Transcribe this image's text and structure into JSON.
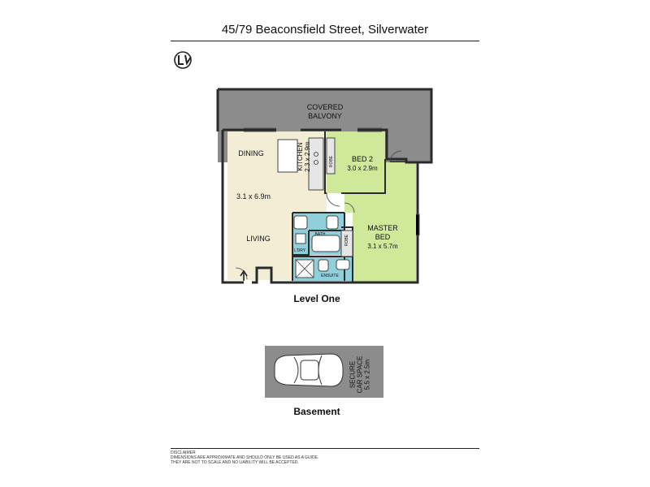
{
  "header": {
    "address": "45/79 Beaconsfield Street, Silverwater"
  },
  "rooms": {
    "balcony": "COVERED\nBALVONY",
    "dining": "DINING",
    "kitchen": "KITCHEN\n2.3 x 2.9m",
    "robe": "ROBE",
    "bed2_name": "BED 2",
    "bed2_dims": "3.0 x 2.9m",
    "living_dims": "3.1 x 6.9m",
    "living": "LIVING",
    "bath": "BATH",
    "robe2": "ROBE",
    "master_name": "MASTER\nBED",
    "master_dims": "3.1 x 5.7m",
    "ldry": "L'DRY",
    "ensuite": "ENSUITE",
    "car_space": "SECURE\nCAR SPACE\n5.5 x 2.5m"
  },
  "levels": {
    "level_one": "Level One",
    "basement": "Basement"
  },
  "disclaimer": {
    "line1": "DISCLAIMER",
    "line2": "DIMENSIONS ARE APPROXIMATE AND SHOULD ONLY BE USED AS A GUIDE.",
    "line3": "THEY ARE NOT TO SCALE AND NO LIABILITY WILL BE ACCEPTED."
  },
  "colors": {
    "balcony": "#8c8c8c",
    "living": "#f3edd6",
    "bed": "#cfe89a",
    "wet": "#8fd0dc",
    "wall": "#2a2a2a"
  }
}
